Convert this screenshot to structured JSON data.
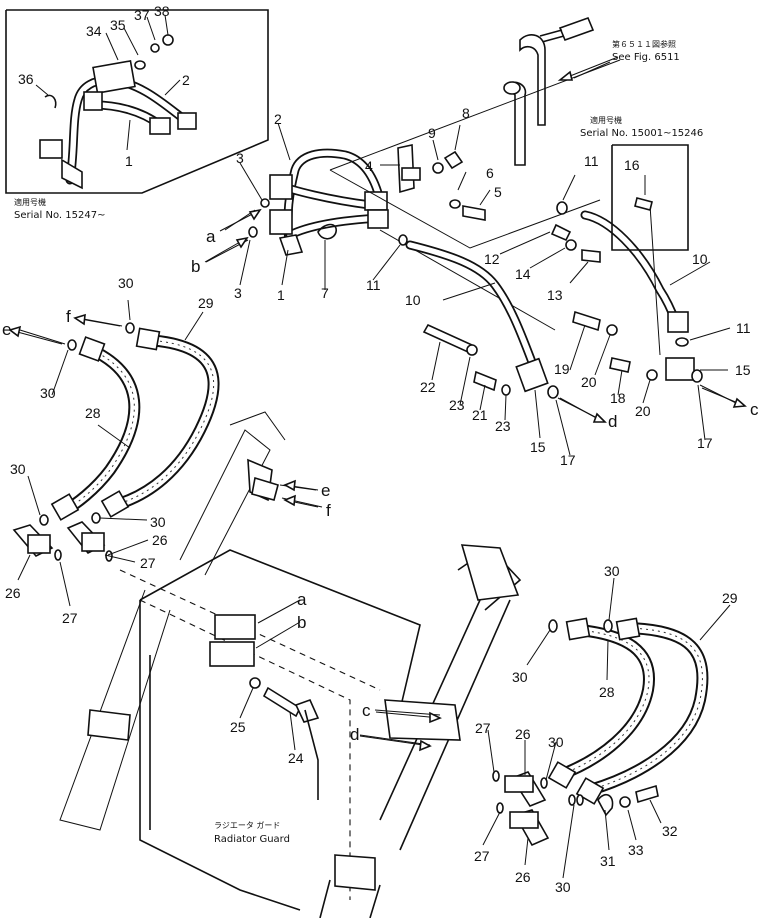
{
  "notes": {
    "inset_jp": "適用号機",
    "inset_serial": "Serial No. 15247~",
    "fig_ref_jp": "第６５１１図参照",
    "fig_ref_en": "See Fig. 6511",
    "serial_jp": "適用号機",
    "serial_range": "Serial No. 15001~15246",
    "guard_jp": "ラジエータ ガード",
    "guard_en": "Radiator Guard"
  },
  "callouts": [
    "1",
    "1",
    "2",
    "2",
    "3",
    "3",
    "4",
    "5",
    "6",
    "7",
    "8",
    "9",
    "10",
    "10",
    "11",
    "11",
    "11",
    "12",
    "13",
    "14",
    "15",
    "15",
    "16",
    "17",
    "17",
    "18",
    "19",
    "20",
    "20",
    "21",
    "22",
    "23",
    "23",
    "24",
    "25",
    "26",
    "26",
    "26",
    "26",
    "27",
    "27",
    "27",
    "27",
    "28",
    "28",
    "29",
    "29",
    "30",
    "30",
    "30",
    "30",
    "30",
    "30",
    "30",
    "30",
    "31",
    "32",
    "33",
    "34",
    "35",
    "36",
    "37",
    "38"
  ],
  "ports": [
    "a",
    "b",
    "a",
    "b",
    "c",
    "d",
    "c",
    "d",
    "e",
    "f",
    "e",
    "f"
  ]
}
